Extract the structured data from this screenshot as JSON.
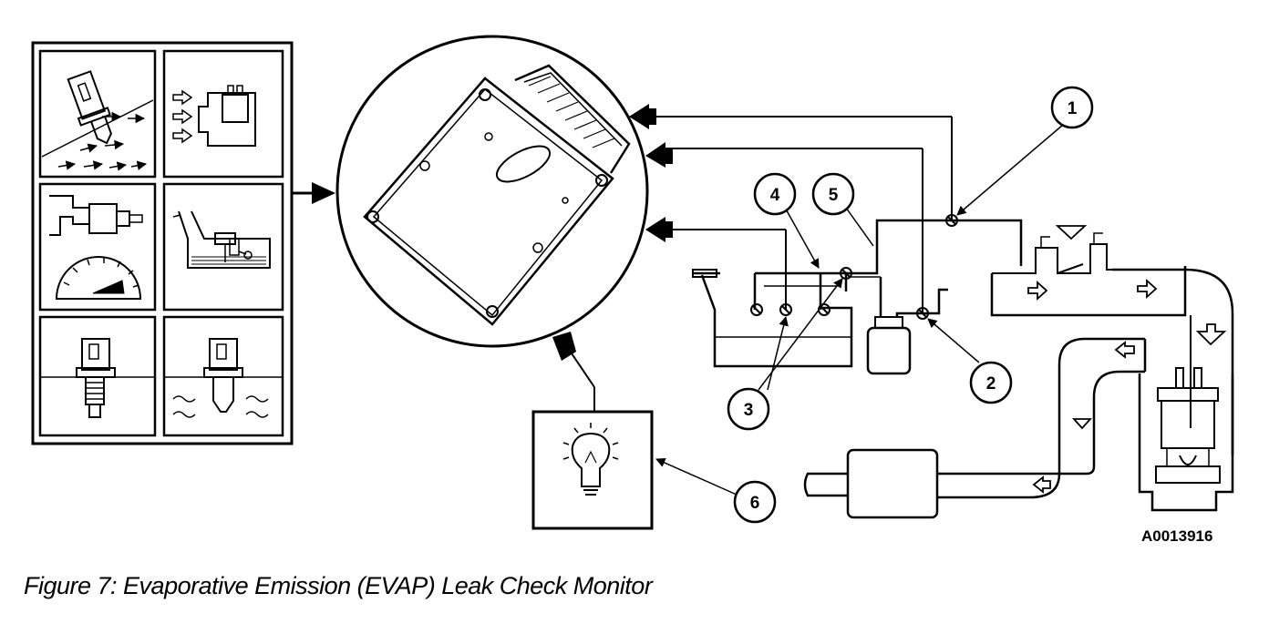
{
  "diagram": {
    "reference_id": "A0013916",
    "caption": "Figure 7: Evaporative Emission (EVAP) Leak Check Monitor",
    "callouts": [
      {
        "id": "1",
        "label": "1"
      },
      {
        "id": "2",
        "label": "2"
      },
      {
        "id": "3",
        "label": "3"
      },
      {
        "id": "4",
        "label": "4"
      },
      {
        "id": "5",
        "label": "5"
      },
      {
        "id": "6",
        "label": "6"
      }
    ],
    "sensor_panels": [
      {
        "name": "throttle-position-sensor",
        "icon": "throttle-sensor-icon"
      },
      {
        "name": "mass-air-flow-sensor",
        "icon": "maf-sensor-icon"
      },
      {
        "name": "fuel-tank-pressure-sensor",
        "icon": "pressure-gauge-icon"
      },
      {
        "name": "fuel-level-sender",
        "icon": "fuel-level-icon"
      },
      {
        "name": "intake-air-temperature-sensor",
        "icon": "iat-sensor-icon"
      },
      {
        "name": "engine-coolant-temperature-sensor",
        "icon": "ect-sensor-icon"
      }
    ]
  }
}
